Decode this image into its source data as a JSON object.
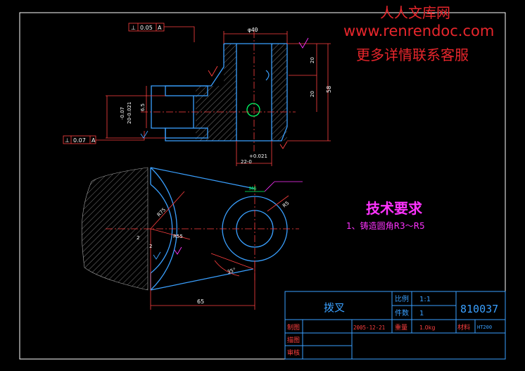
{
  "watermark": {
    "line1": "人人文库网",
    "line2": "www.renrendoc.com",
    "line3": "更多详情联系客服"
  },
  "dimensions": {
    "phi40": "φ40",
    "d20a": "20",
    "d20b": "20",
    "d58": "58",
    "d6_5": "6.5",
    "tol1": "-0.07",
    "tol2": "20-0.021",
    "tol3": "+0.021",
    "d22": "22-0",
    "d65": "65",
    "r75": "R75",
    "r55": "R55",
    "d35": "35°",
    "two_a": "2",
    "two_b": "2",
    "m6": "M6",
    "r5": "R5"
  },
  "gdt": {
    "top": {
      "symbol": "⊥",
      "value": "0.05",
      "datum": "A"
    },
    "left": {
      "symbol": "⊥",
      "value": "0.07",
      "datum": "A"
    }
  },
  "tech_req": {
    "title": "技术要求",
    "note": "1、铸造圆角R3～R5"
  },
  "title_block": {
    "part_name": "拨叉",
    "scale_label": "比例",
    "scale_value": "1:1",
    "qty_label": "件数",
    "qty_value": "1",
    "drawing_no": "810037",
    "row_drafter": "制图",
    "date": "2005-12-21",
    "weight_label": "重量",
    "weight_value": "1.0kg",
    "material_label": "材料",
    "material_value": "HT200",
    "row_check": "描图",
    "row_review": "审核"
  },
  "colors": {
    "outline": "#3aa0ff",
    "dimension": "#ff4040",
    "hatch": "#b0b0b0",
    "centerline": "#ff4040",
    "white": "#ffffff",
    "green": "#00ff66",
    "magenta": "#ff33ff",
    "titleblock": "#3aa0ff"
  }
}
